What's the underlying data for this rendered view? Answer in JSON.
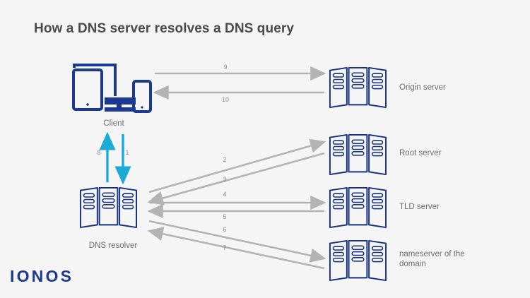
{
  "page": {
    "title": "How a DNS server resolves a DNS query",
    "background_color": "#f5f5f5",
    "brand_logo": "IONOS"
  },
  "colors": {
    "navy": "#1b3a8f",
    "navy_dark": "#15307e",
    "cyan": "#1cabd6",
    "arrow_grey": "#b3b3b3",
    "label_grey": "#6d6d6d",
    "title_grey": "#4a4a4a"
  },
  "nodes": [
    {
      "id": "client",
      "label": "Client",
      "icon": "client-devices-icon"
    },
    {
      "id": "dns-resolver",
      "label": "DNS resolver",
      "icon": "server-rack-icon"
    },
    {
      "id": "origin",
      "label": "Origin server",
      "icon": "server-rack-icon"
    },
    {
      "id": "root",
      "label": "Root server",
      "icon": "server-rack-icon"
    },
    {
      "id": "tld",
      "label": "TLD server",
      "icon": "server-rack-icon"
    },
    {
      "id": "nameserver",
      "label": "nameserver of the\ndomain",
      "icon": "server-rack-icon"
    }
  ],
  "flows": [
    {
      "step": "1",
      "from": "client",
      "to": "dns-resolver",
      "color": "cyan",
      "direction": "down"
    },
    {
      "step": "2",
      "from": "dns-resolver",
      "to": "root",
      "color": "grey",
      "direction": "up-right"
    },
    {
      "step": "3",
      "from": "root",
      "to": "dns-resolver",
      "color": "grey",
      "direction": "down-left"
    },
    {
      "step": "4",
      "from": "dns-resolver",
      "to": "tld",
      "color": "grey",
      "direction": "right"
    },
    {
      "step": "5",
      "from": "tld",
      "to": "dns-resolver",
      "color": "grey",
      "direction": "left"
    },
    {
      "step": "6",
      "from": "dns-resolver",
      "to": "nameserver",
      "color": "grey",
      "direction": "down-right"
    },
    {
      "step": "7",
      "from": "nameserver",
      "to": "dns-resolver",
      "color": "grey",
      "direction": "up-left"
    },
    {
      "step": "8",
      "from": "dns-resolver",
      "to": "client",
      "color": "cyan",
      "direction": "up"
    },
    {
      "step": "9",
      "from": "client",
      "to": "origin",
      "color": "grey",
      "direction": "right"
    },
    {
      "step": "10",
      "from": "origin",
      "to": "client",
      "color": "grey",
      "direction": "left"
    }
  ]
}
